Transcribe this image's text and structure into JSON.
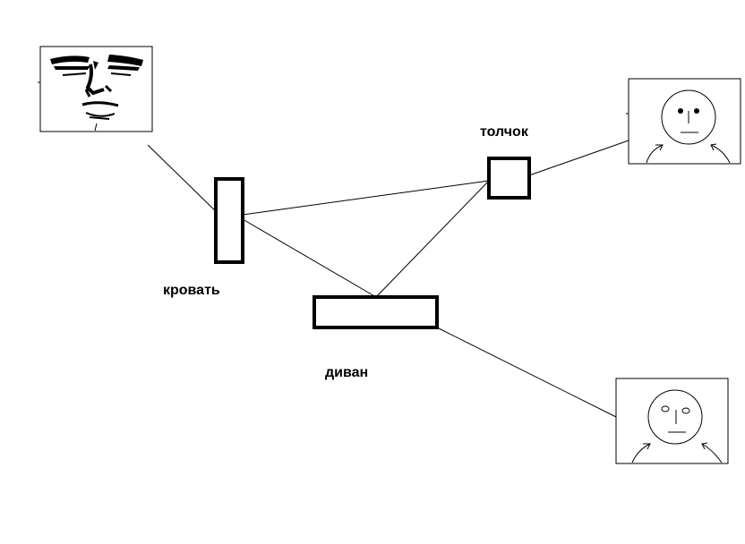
{
  "labels": {
    "bed": "кровать",
    "toilet": "толчок",
    "sofa": "диван"
  },
  "colors": {
    "ink": "#000000",
    "background": "#ffffff"
  },
  "icons": {
    "face_top_left": "squinting-face-icon",
    "face_top_right": "smiling-face-icon",
    "face_bottom_right": "neutral-face-icon"
  }
}
